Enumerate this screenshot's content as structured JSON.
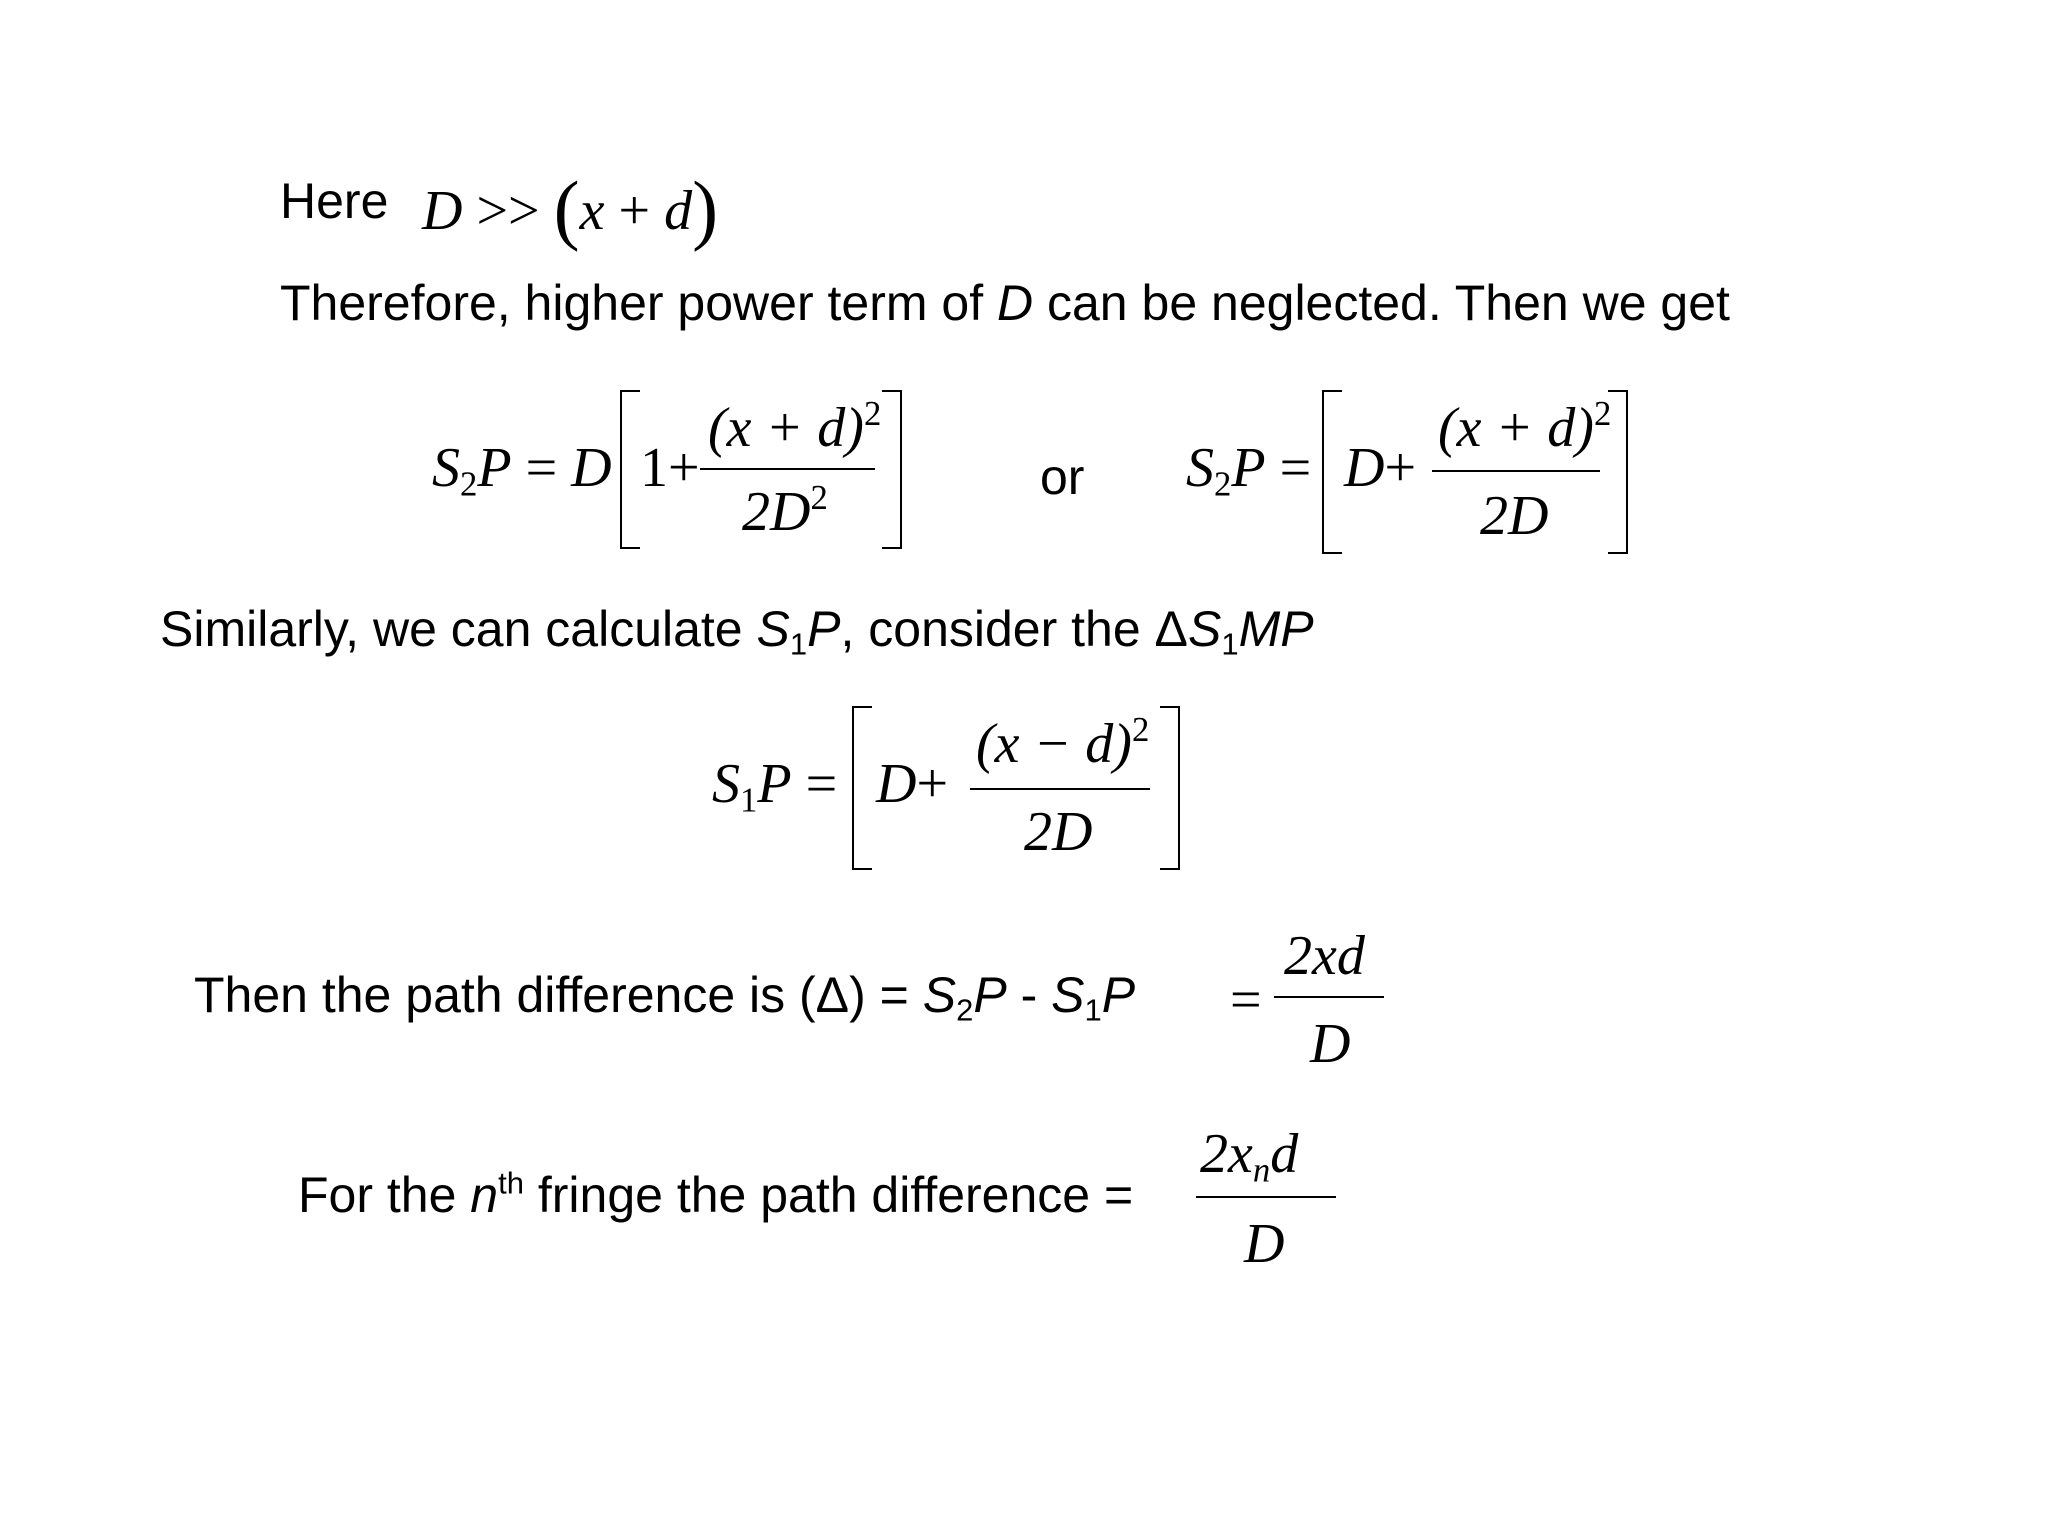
{
  "line1": {
    "here": "Here",
    "D": "D",
    "gtgt": ">>",
    "lparen": "(",
    "x": "x",
    "plus": "+",
    "d": "d",
    "rparen": ")"
  },
  "line2": {
    "pre": "Therefore, higher power term of ",
    "D": "D",
    "post": " can be neglected. Then we get"
  },
  "eq1": {
    "lhs_S": "S",
    "lhs_sub": "2",
    "lhs_P": "P",
    "eq": "=",
    "D": "D",
    "one": "1",
    "plus": "+",
    "num": "(x + d)",
    "num_sup": "2",
    "den": "2D",
    "den_sup": "2"
  },
  "or_label": "or",
  "eq2": {
    "lhs_S": "S",
    "lhs_sub": "2",
    "lhs_P": "P",
    "eq": "=",
    "D": "D",
    "plus": "+",
    "num": "(x + d)",
    "num_sup": "2",
    "den": "2D"
  },
  "line3": {
    "pre": "Similarly, we can calculate ",
    "S": "S",
    "sub1": "1",
    "P": "P",
    "mid": ", consider the ",
    "delta": "Δ",
    "S2": "S",
    "sub2": "1",
    "MP": "MP"
  },
  "eq3": {
    "lhs_S": "S",
    "lhs_sub": "1",
    "lhs_P": "P",
    "eq": "=",
    "D": "D",
    "plus": "+",
    "num": "(x − d)",
    "num_sup": "2",
    "den": "2D"
  },
  "line4": {
    "pre": "Then the path difference is (Δ) = ",
    "S": "S",
    "sub2": "2",
    "P": "P",
    "minus": " - ",
    "S2": "S",
    "sub1": "1",
    "P2": "P"
  },
  "eq4": {
    "eq": "=",
    "num": "2xd",
    "den": "D"
  },
  "line5": {
    "pre": "For the ",
    "n": "n",
    "th": "th",
    "post": " fringe the path difference ="
  },
  "eq5": {
    "num_pre": "2x",
    "num_sub": "n",
    "num_post": "d",
    "den": "D"
  }
}
